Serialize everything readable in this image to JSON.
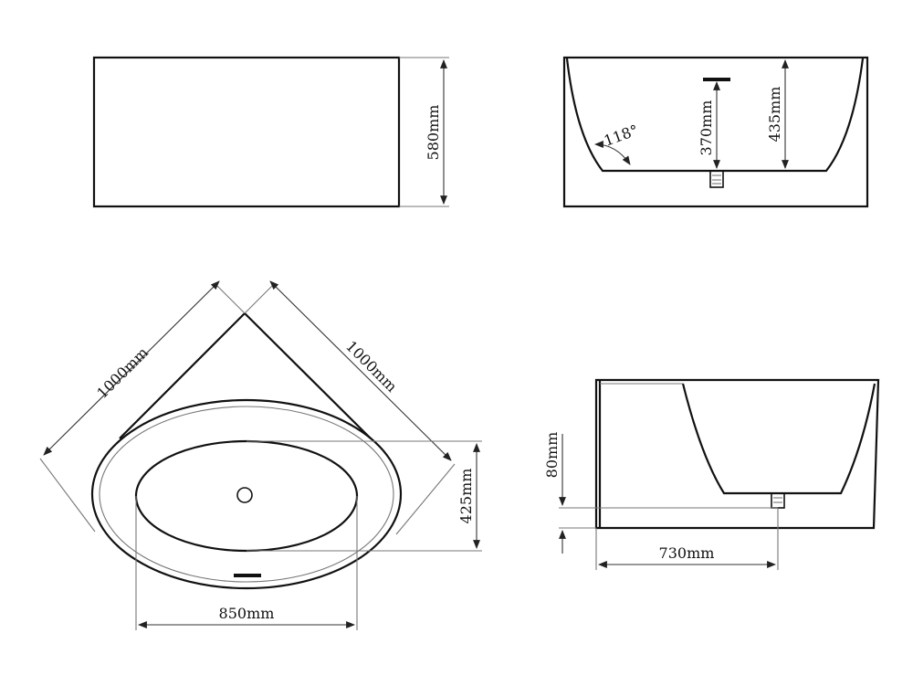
{
  "dimensions": {
    "front_height": "580mm",
    "side_depth_total": "435mm",
    "side_depth_overflow": "370mm",
    "side_wall_angle": "118°",
    "plan_side_a": "1000mm",
    "plan_side_b": "1000mm",
    "plan_inner_depth": "425mm",
    "plan_inner_width": "850mm",
    "section_drain_height": "80mm",
    "section_width": "730mm"
  }
}
